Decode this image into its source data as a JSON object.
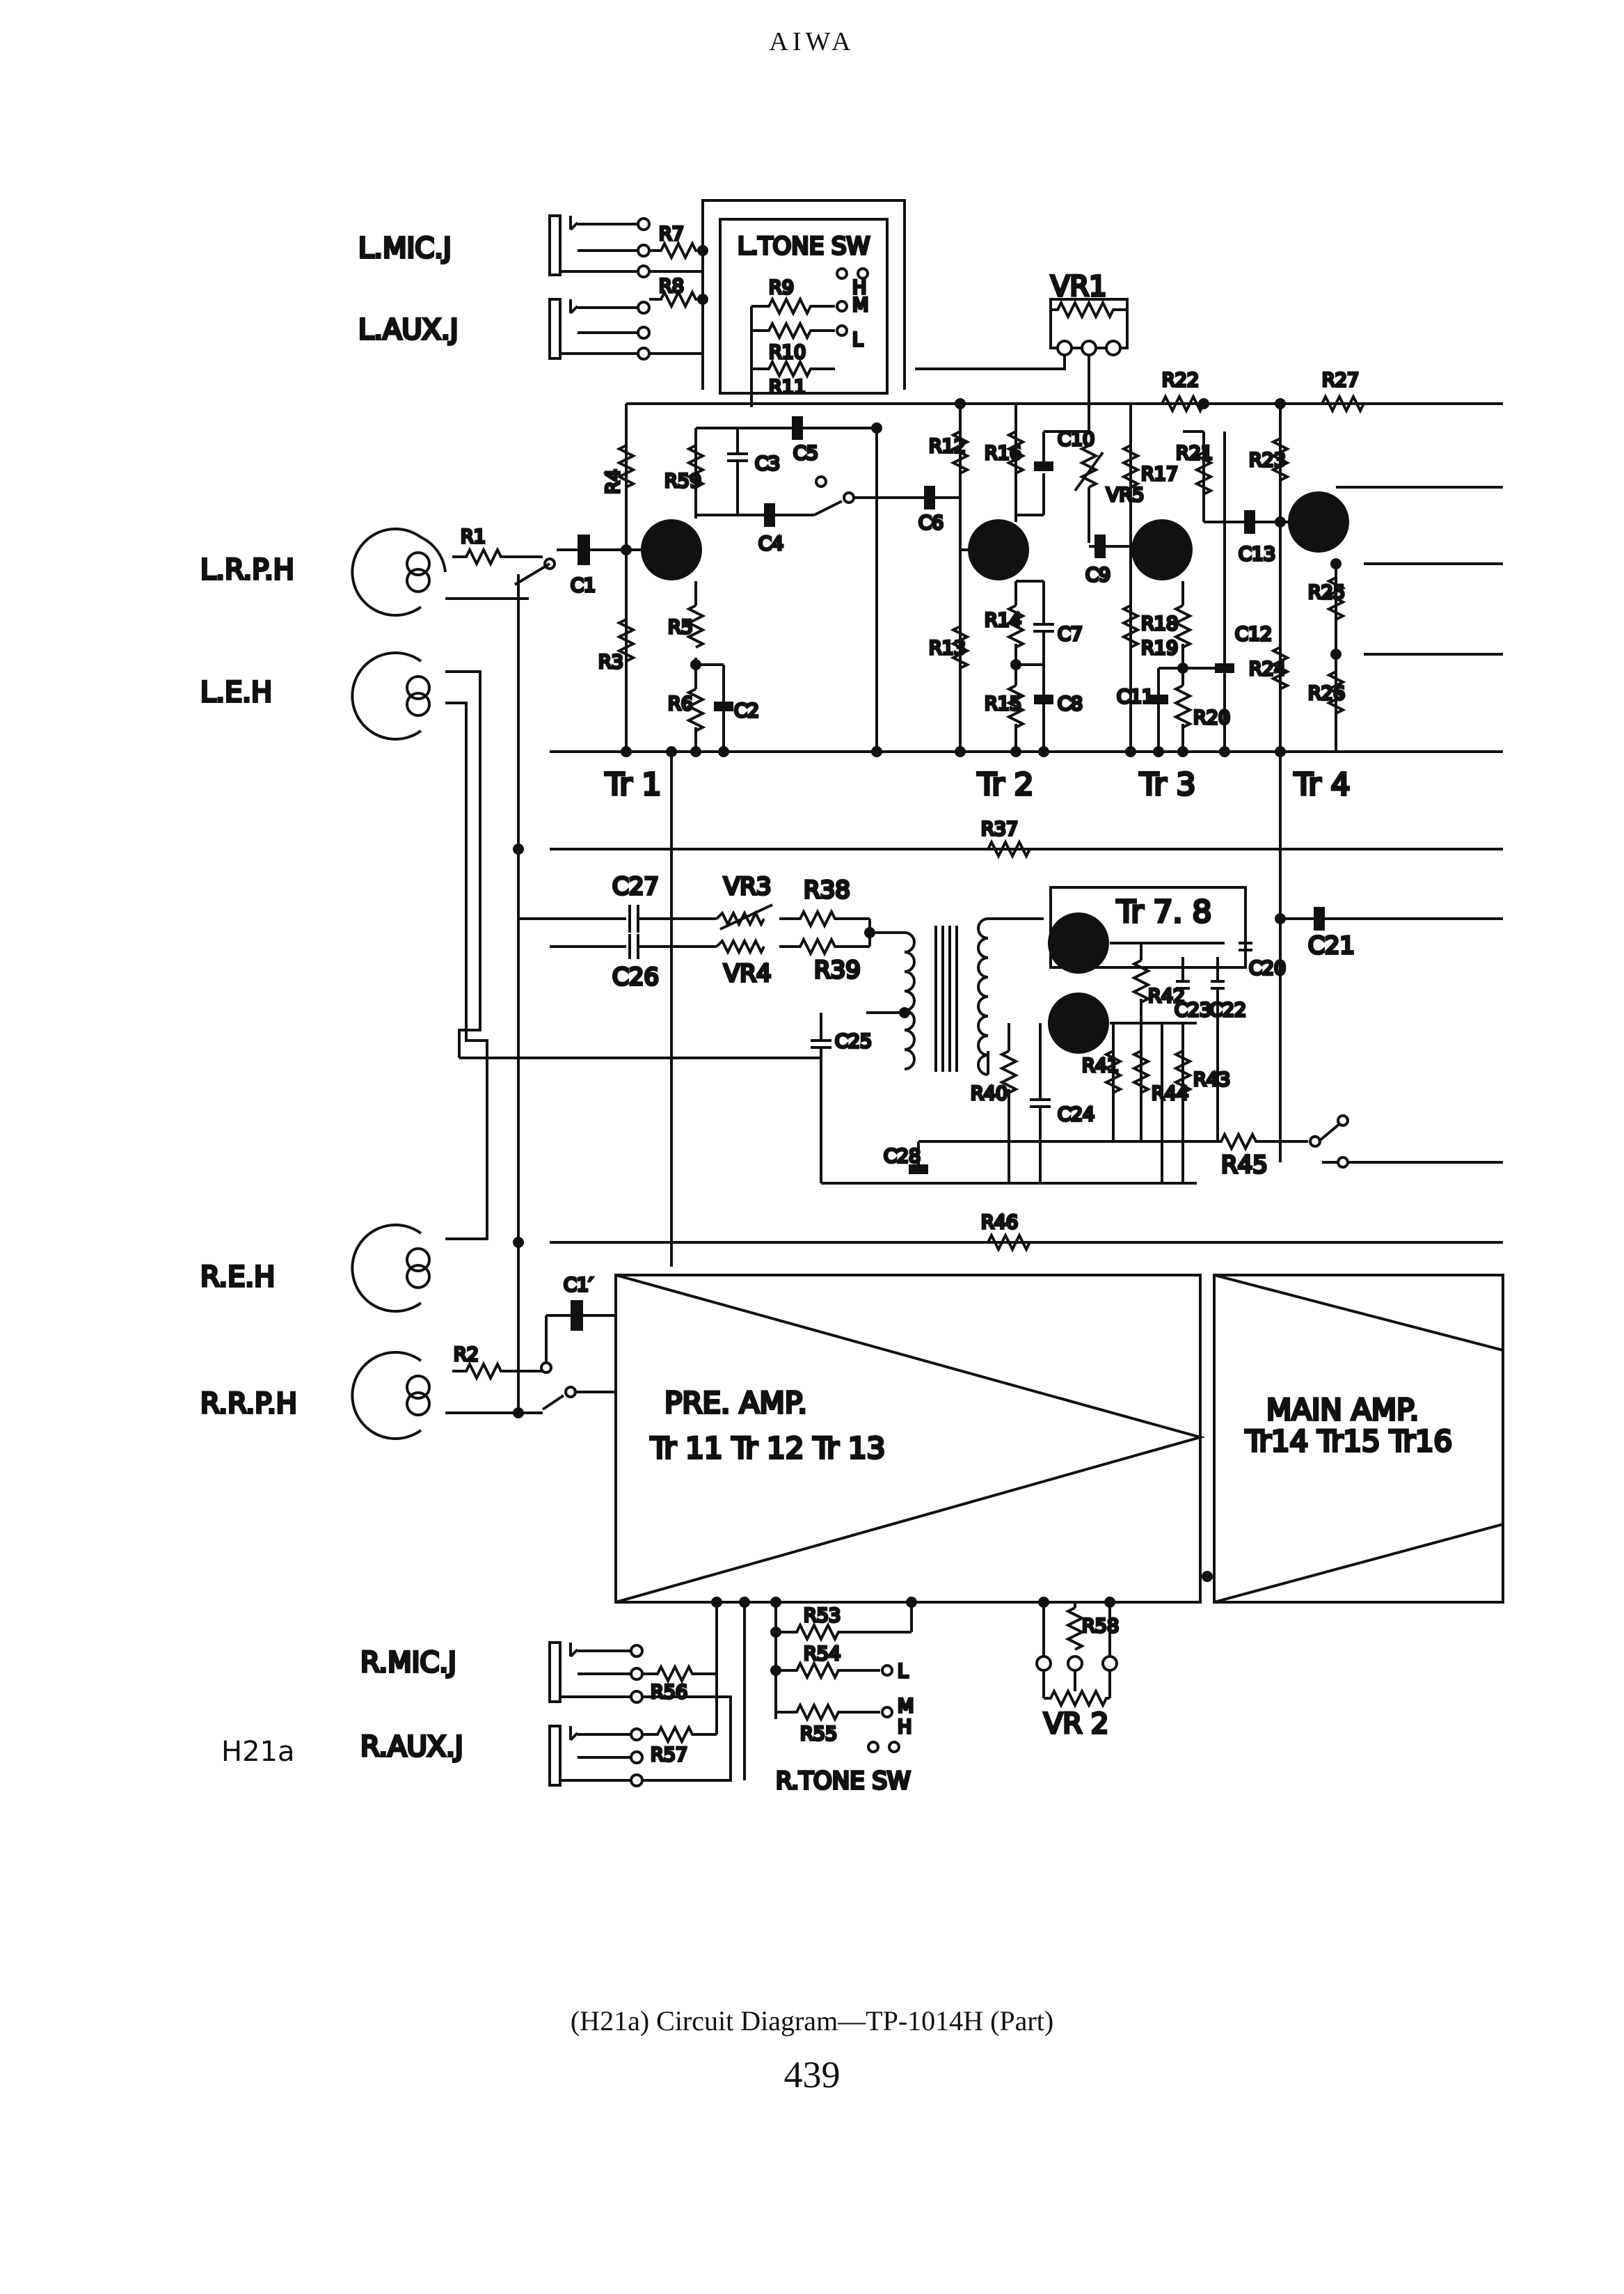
{
  "page": {
    "header": "AIWA",
    "figure_id": "H21a",
    "caption": "(H21a) Circuit Diagram—TP-1014H (Part)",
    "page_number": "439"
  },
  "jacks": {
    "l_mic": "L.MIC.J",
    "l_aux": "L.AUX.J",
    "r_mic": "R.MIC.J",
    "r_aux": "R.AUX.J"
  },
  "heads": {
    "l_rph": "L.R.P.H",
    "l_eh": "L.E.H",
    "r_eh": "R.E.H",
    "r_rph": "R.R.P.H"
  },
  "switches": {
    "l_tone": "L.TONE SW",
    "r_tone": "R.TONE SW",
    "h": "H",
    "m": "M",
    "l": "L"
  },
  "transistors": {
    "tr1": "Tr 1",
    "tr2": "Tr 2",
    "tr3": "Tr 3",
    "tr4": "Tr 4",
    "tr78": "Tr 7. 8"
  },
  "blocks": {
    "pre_amp_title": "PRE. AMP.",
    "pre_amp_stages": "Tr 11   Tr 12   Tr 13",
    "main_amp_title": "MAIN AMP.",
    "main_amp_stages": "Tr14  Tr15  Tr16"
  },
  "components": {
    "R1": "R1",
    "R2": "R2",
    "R3": "R3",
    "R4": "R4",
    "R5": "R5",
    "R6": "R6",
    "R7": "R7",
    "R8": "R8",
    "R9": "R9",
    "R10": "R10",
    "R11": "R11",
    "R12": "R12",
    "R13": "R13",
    "R14": "R14",
    "R15": "R15",
    "R16": "R16",
    "R17": "R17",
    "R18": "R18",
    "R19": "R19",
    "R20": "R20",
    "R21": "R21",
    "R22": "R22",
    "R23": "R23",
    "R24": "R24",
    "R25": "R25",
    "R26": "R26",
    "R27": "R27",
    "R37": "R37",
    "R38": "R38",
    "R39": "R39",
    "R40": "R40",
    "R41": "R41",
    "R42": "R42",
    "R43": "R43",
    "R44": "R44",
    "R45": "R45",
    "R46": "R46",
    "R53": "R53",
    "R54": "R54",
    "R55": "R55",
    "R56": "R56",
    "R57": "R57",
    "R58": "R58",
    "R59": "R59",
    "C1": "C1",
    "C1p": "C1′",
    "C2": "C2",
    "C3": "C3",
    "C4": "C4",
    "C5": "C5",
    "C6": "C6",
    "C7": "C7",
    "C8": "C8",
    "C9": "C9",
    "C10": "C10",
    "C11": "C11",
    "C12": "C12",
    "C13": "C13",
    "C20": "C20",
    "C21": "C21",
    "C22": "C22",
    "C23": "C23",
    "C24": "C24",
    "C25": "C25",
    "C26": "C26",
    "C27": "C27",
    "C28": "C28",
    "VR1": "VR1",
    "VR2": "VR 2",
    "VR3": "VR3",
    "VR4": "VR4",
    "VR5": "VR5"
  }
}
